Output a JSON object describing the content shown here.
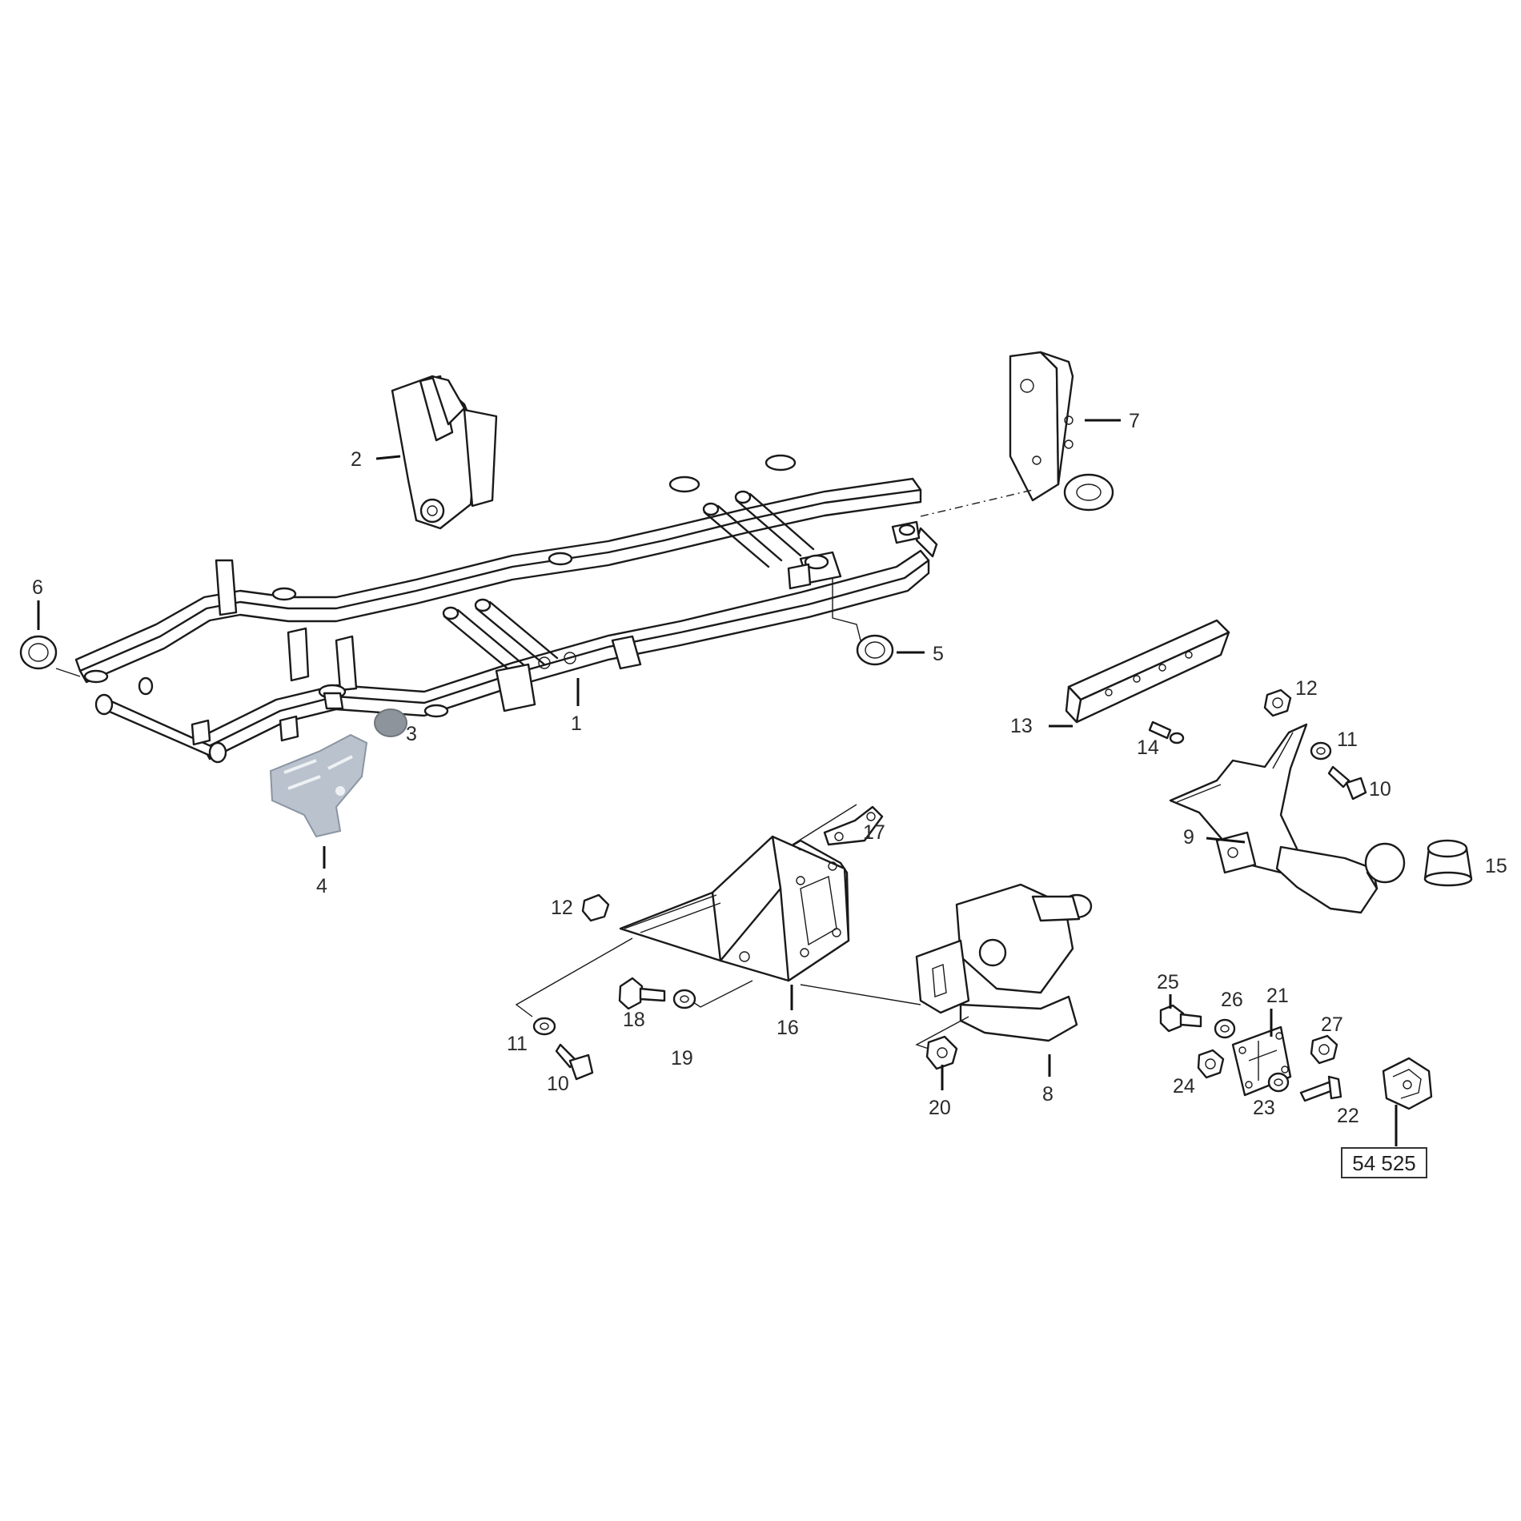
{
  "diagram": {
    "callouts": {
      "c1": "1",
      "c2": "2",
      "c3": "3",
      "c4": "4",
      "c5": "5",
      "c6": "6",
      "c7": "7",
      "c8": "8",
      "c9": "9",
      "c10a": "10",
      "c10b": "10",
      "c11a": "11",
      "c11b": "11",
      "c12a": "12",
      "c12b": "12",
      "c13": "13",
      "c14": "14",
      "c15": "15",
      "c16": "16",
      "c17": "17",
      "c18": "18",
      "c19": "19",
      "c20": "20",
      "c21": "21",
      "c22": "22",
      "c23": "23",
      "c24": "24",
      "c25": "25",
      "c26": "26",
      "c27": "27"
    },
    "reference_box": "54 525",
    "colors": {
      "line": "#1a1a1a",
      "highlight_part": "#b9c2cd",
      "highlight_cap": "#8d949c"
    }
  }
}
